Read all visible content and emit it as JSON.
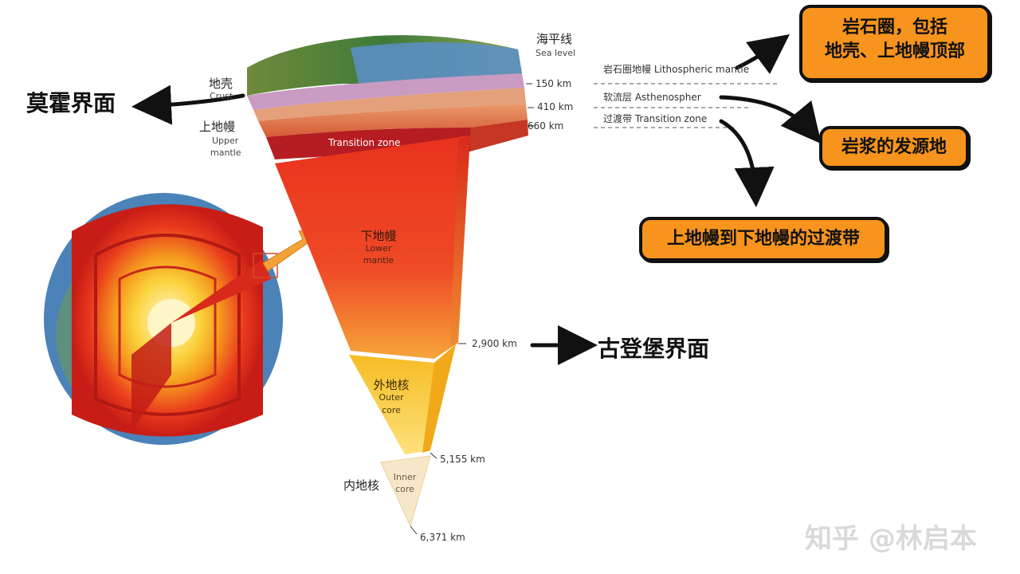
{
  "surface": {
    "zh": "海平线",
    "en": "Sea level"
  },
  "crust": {
    "zh": "地壳",
    "en": "Crust"
  },
  "upper_mantle": {
    "zh": "上地幔",
    "en_line1": "Upper",
    "en_line2": "mantle"
  },
  "transition_zone_band": "Transition zone",
  "lower_mantle": {
    "zh": "下地幔",
    "en_line1": "Lower",
    "en_line2": "mantle"
  },
  "outer_core": {
    "zh": "外地核",
    "en_line1": "Outer",
    "en_line2": "core"
  },
  "inner_core": {
    "zh": "内地核",
    "en_line1": "Inner",
    "en_line2": "core"
  },
  "depths": {
    "d150": "150 km",
    "d410": "410 km",
    "d660": "660 km",
    "d2900": "2,900 km",
    "d5155": "5,155 km",
    "d6371": "6,371 km"
  },
  "layer_labels": {
    "lithospheric": "岩石圈地幔 Lithospheric mantle",
    "asthenosphere": "软流层 Asthenospher",
    "transition": "过渡带 Transition zone"
  },
  "annotations": {
    "moho": "莫霍界面",
    "gutenberg": "古登堡界面",
    "lithosphere_line1": "岩石圈，包括",
    "lithosphere_line2": "地壳、上地幔顶部",
    "magma": "岩浆的发源地",
    "transition": "上地幔到下地幔的过渡带"
  },
  "watermark": "知乎 @林启本",
  "colors": {
    "callout": "#f7941d",
    "lower_mantle": "#ee3b24",
    "outer_core": "#f7c51e",
    "inner_core": "#f6e7c8",
    "transition_band": "#b51d22"
  }
}
